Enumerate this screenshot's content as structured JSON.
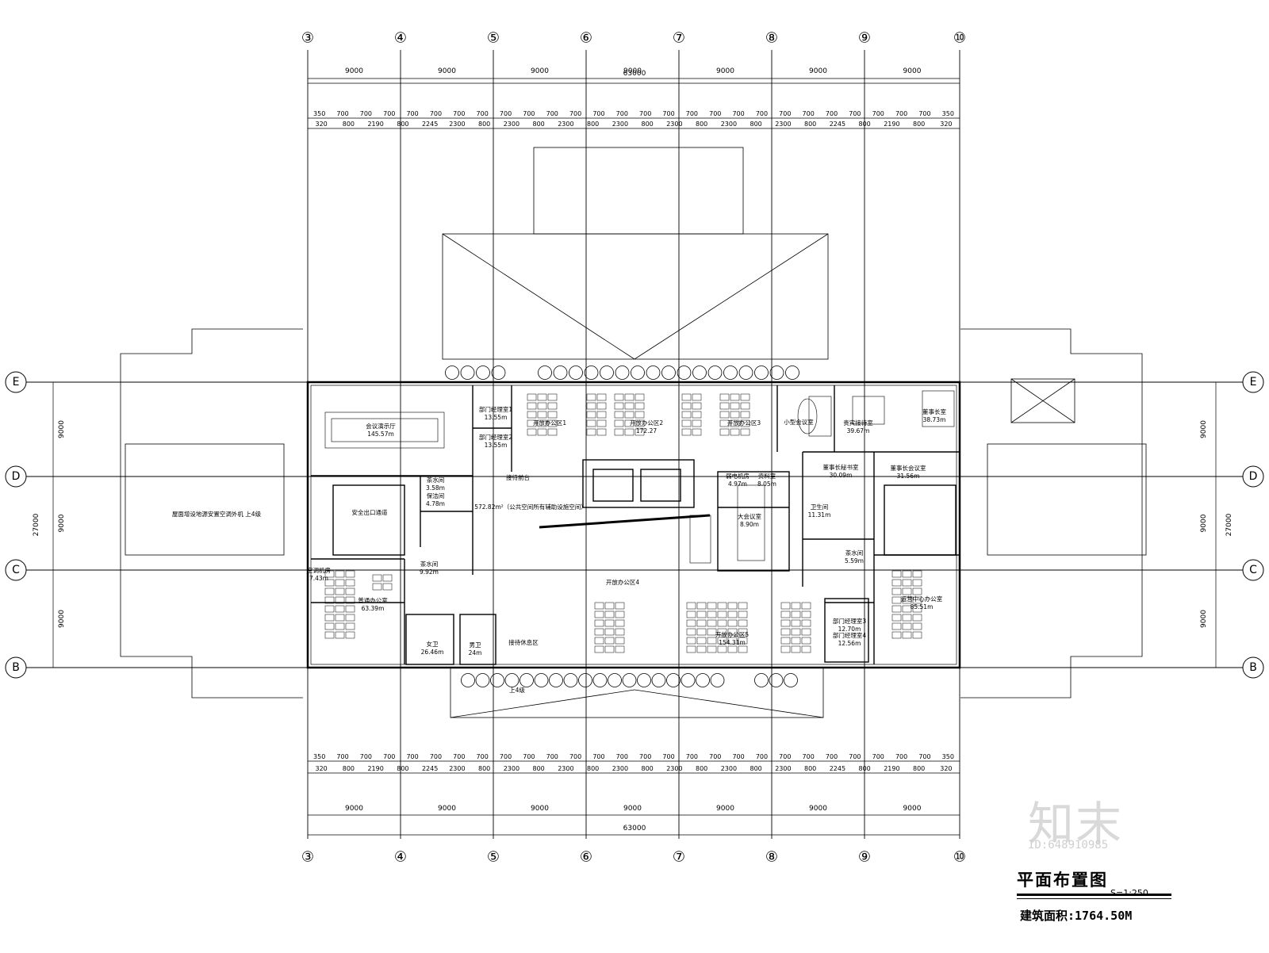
{
  "axes_vertical": [
    "③",
    "④",
    "⑤",
    "⑥",
    "⑦",
    "⑧",
    "⑨",
    "⑩"
  ],
  "axes_horizontal": [
    "E",
    "D",
    "C",
    "B"
  ],
  "dimensions": {
    "overall_horizontal": "63000",
    "bay_horizontal": [
      "9000",
      "9000",
      "9000",
      "9000",
      "9000",
      "9000",
      "9000"
    ],
    "top_detail_row1": [
      "350",
      "700",
      "700",
      "700",
      "700",
      "700",
      "700",
      "700",
      "700",
      "700",
      "700",
      "700",
      "700",
      "700",
      "700",
      "700",
      "700",
      "700",
      "700",
      "700",
      "700",
      "700",
      "700",
      "700",
      "700",
      "700",
      "700",
      "350"
    ],
    "top_detail_row2": [
      "320",
      "800",
      "2190",
      "800",
      "2245",
      "2300",
      "800",
      "2300",
      "800",
      "2300",
      "800",
      "2300",
      "800",
      "2300",
      "800",
      "2300",
      "800",
      "2300",
      "800",
      "2245",
      "800",
      "2190",
      "800",
      "320"
    ],
    "overall_vertical": "27000",
    "bay_vertical": [
      "9000",
      "9000",
      "9000"
    ]
  },
  "rooms": [
    {
      "name": "会议演示厅",
      "area": "145.57m"
    },
    {
      "name": "部门经理室1",
      "area": "13.55m"
    },
    {
      "name": "部门经理室2",
      "area": "13.55m"
    },
    {
      "name": "开放办公区1",
      "area": ""
    },
    {
      "name": "开放办公区2",
      "area": "172.27"
    },
    {
      "name": "开放办公区3",
      "area": ""
    },
    {
      "name": "小型会议室",
      "area": ""
    },
    {
      "name": "贵宾接待室",
      "area": "39.67m"
    },
    {
      "name": "董事长室",
      "area": "38.73m"
    },
    {
      "name": "董事长秘书室",
      "area": "30.09m"
    },
    {
      "name": "董事长会议室",
      "area": "31.56m"
    },
    {
      "name": "接待前台",
      "area": ""
    },
    {
      "name": "572.82m²（公共空间所有辅助设施空间）",
      "area": ""
    },
    {
      "name": "茶水间",
      "area": "3.58m"
    },
    {
      "name": "保洁间",
      "area": "4.78m"
    },
    {
      "name": "安全出口通道",
      "area": ""
    },
    {
      "name": "茶水间",
      "area": "9.92m"
    },
    {
      "name": "空调机房",
      "area": "7.43m"
    },
    {
      "name": "普通办公室",
      "area": "63.39m"
    },
    {
      "name": "女卫",
      "area": "26.46m"
    },
    {
      "name": "男卫",
      "area": "24m"
    },
    {
      "name": "接待休息区",
      "area": ""
    },
    {
      "name": "弱电机房",
      "area": "4.97m"
    },
    {
      "name": "资料室",
      "area": "8.05m"
    },
    {
      "name": "大会议室",
      "area": "8.90m"
    },
    {
      "name": "开放办公区4",
      "area": ""
    },
    {
      "name": "开放办公区5",
      "area": "154.31m"
    },
    {
      "name": "运营中心办公室",
      "area": "85.51m"
    },
    {
      "name": "部门经理室3",
      "area": "12.70m"
    },
    {
      "name": "部门经理室4",
      "area": "12.56m"
    },
    {
      "name": "卫生间",
      "area": "11.31m"
    },
    {
      "name": "茶水间",
      "area": "5.59m"
    },
    {
      "name": "屋面增设地源安置空调外机 上4级",
      "area": ""
    },
    {
      "name": "上4级",
      "area": ""
    }
  ],
  "title": {
    "name": "平面布置图",
    "scale": "S=1:250",
    "area": "建筑面积:1764.50M"
  },
  "watermark": {
    "brand": "知末",
    "id": "ID:648910985"
  },
  "colors": {
    "line": "#000000",
    "watermark": "#d9d9d9",
    "background": "#ffffff"
  }
}
